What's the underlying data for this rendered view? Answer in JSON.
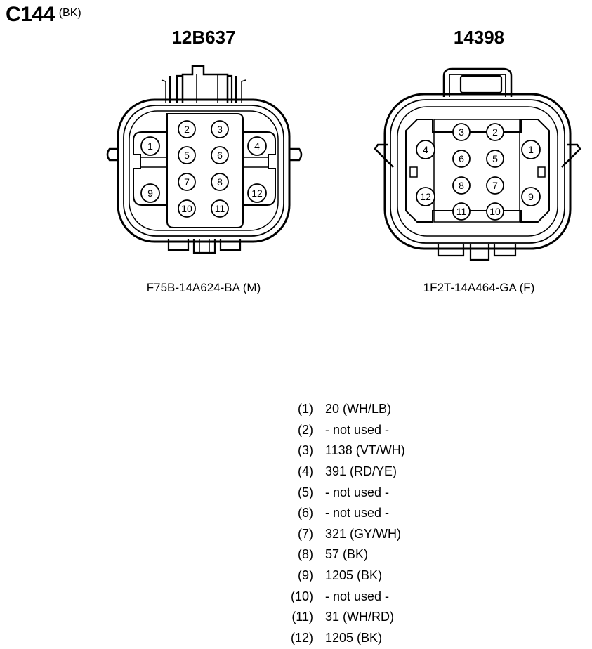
{
  "header": {
    "connector_id": "C144",
    "color_code": "(BK)"
  },
  "connectors": [
    {
      "name": "12B637",
      "part_number": "F75B-14A624-BA (M)",
      "pins": [
        "1",
        "2",
        "3",
        "4",
        "5",
        "6",
        "7",
        "8",
        "9",
        "10",
        "11",
        "12"
      ]
    },
    {
      "name": "14398",
      "part_number": "1F2T-14A464-GA (F)",
      "pins": [
        "1",
        "2",
        "3",
        "4",
        "5",
        "6",
        "7",
        "8",
        "9",
        "10",
        "11",
        "12"
      ]
    }
  ],
  "pinout": [
    {
      "pin": "(1)",
      "circuit": "20 (WH/LB)"
    },
    {
      "pin": "(2)",
      "circuit": "- not used -"
    },
    {
      "pin": "(3)",
      "circuit": "1138 (VT/WH)"
    },
    {
      "pin": "(4)",
      "circuit": "391 (RD/YE)"
    },
    {
      "pin": "(5)",
      "circuit": "- not used -"
    },
    {
      "pin": "(6)",
      "circuit": "- not used -"
    },
    {
      "pin": "(7)",
      "circuit": "321 (GY/WH)"
    },
    {
      "pin": "(8)",
      "circuit": "57 (BK)"
    },
    {
      "pin": "(9)",
      "circuit": "1205 (BK)"
    },
    {
      "pin": "(10)",
      "circuit": "- not used -"
    },
    {
      "pin": "(11)",
      "circuit": "31 (WH/RD)"
    },
    {
      "pin": "(12)",
      "circuit": "1205 (BK)"
    }
  ]
}
